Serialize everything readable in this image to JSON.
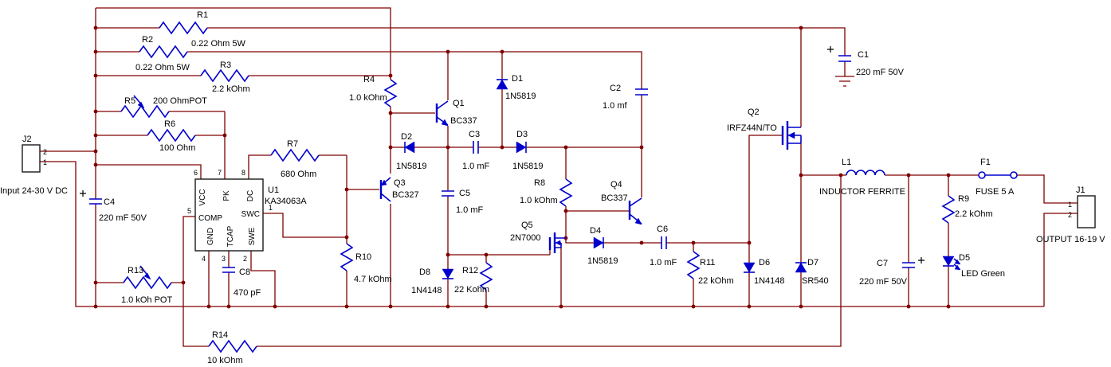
{
  "colors": {
    "wire": "#800000",
    "component": "#0000cc",
    "label": "#000000",
    "background": "#ffffff"
  },
  "connectors": {
    "j2": {
      "ref": "J2",
      "caption": "Input 24-30 V DC",
      "pin_top": "2",
      "pin_bottom": "1"
    },
    "j1": {
      "ref": "J1",
      "caption": "OUTPUT 16-19 V",
      "pin_top": "1",
      "pin_bottom": "2"
    }
  },
  "ic": {
    "ref": "U1",
    "part": "KA34063A",
    "pins": {
      "vcc": {
        "num": "6",
        "name": "VCC"
      },
      "pk": {
        "num": "7",
        "name": "PK"
      },
      "dc": {
        "num": "8",
        "name": "DC"
      },
      "comp": {
        "num": "5",
        "name": "COMP"
      },
      "gnd": {
        "num": "4",
        "name": "GND"
      },
      "tcap": {
        "num": "3",
        "name": "TCAP"
      },
      "swe": {
        "num": "2",
        "name": "SWE"
      },
      "swc": {
        "num": "1",
        "name": "SWC"
      }
    }
  },
  "resistors": {
    "r1": {
      "ref": "R1",
      "value": "0.22 Ohm 5W"
    },
    "r2": {
      "ref": "R2",
      "value": "0.22 Ohm 5W"
    },
    "r3": {
      "ref": "R3",
      "value": "2.2 kOhm"
    },
    "r4": {
      "ref": "R4",
      "value": "1.0 kOhm"
    },
    "r5": {
      "ref": "R5",
      "value": "200 OhmPOT"
    },
    "r6": {
      "ref": "R6",
      "value": "100 Ohm"
    },
    "r7": {
      "ref": "R7",
      "value": "680 Ohm"
    },
    "r8": {
      "ref": "R8",
      "value": "1.0 kOhm"
    },
    "r9": {
      "ref": "R9",
      "value": "2.2 kOhm"
    },
    "r10": {
      "ref": "R10",
      "value": "4.7 kOhm"
    },
    "r11": {
      "ref": "R11",
      "value": "22 kOhm"
    },
    "r12": {
      "ref": "R12",
      "value": "22 Kohm"
    },
    "r13": {
      "ref": "R13",
      "value": "1.0 kOh POT"
    },
    "r14": {
      "ref": "R14",
      "value": "10 kOhm"
    }
  },
  "capacitors": {
    "c1": {
      "ref": "C1",
      "value": "220 mF 50V"
    },
    "c2": {
      "ref": "C2",
      "value": "1.0 mf"
    },
    "c3": {
      "ref": "C3",
      "value": "1.0 mF"
    },
    "c4": {
      "ref": "C4",
      "value": "220 mF 50V"
    },
    "c5": {
      "ref": "C5",
      "value": "1.0 mF"
    },
    "c6": {
      "ref": "C6",
      "value": "1.0 mF"
    },
    "c7": {
      "ref": "C7",
      "value": "220 mF 50V"
    },
    "c8": {
      "ref": "C8",
      "value": "470 pF"
    }
  },
  "diodes": {
    "d1": {
      "ref": "D1",
      "value": "1N5819"
    },
    "d2": {
      "ref": "D2",
      "value": "1N5819"
    },
    "d3": {
      "ref": "D3",
      "value": "1N5819"
    },
    "d4": {
      "ref": "D4",
      "value": "1N5819"
    },
    "d5": {
      "ref": "D5",
      "value": "LED Green"
    },
    "d6": {
      "ref": "D6",
      "value": "1N4148"
    },
    "d7": {
      "ref": "D7",
      "value": "SR540"
    },
    "d8": {
      "ref": "D8",
      "value": "1N4148"
    }
  },
  "transistors": {
    "q1": {
      "ref": "Q1",
      "value": "BC337"
    },
    "q2": {
      "ref": "Q2",
      "value": "IRFZ44N/TO"
    },
    "q3": {
      "ref": "Q3",
      "value": "BC327"
    },
    "q4": {
      "ref": "Q4",
      "value": "BC337"
    },
    "q5": {
      "ref": "Q5",
      "value": "2N7000"
    }
  },
  "inductor": {
    "ref": "L1",
    "value": "INDUCTOR FERRITE"
  },
  "fuse": {
    "ref": "F1",
    "value": "FUSE 5 A"
  }
}
